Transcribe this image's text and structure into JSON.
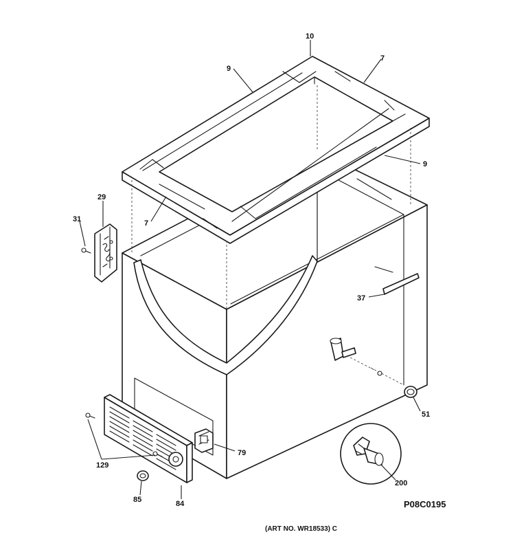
{
  "labels": {
    "p10": "10",
    "p9a": "9",
    "p7a": "7",
    "p9b": "9",
    "p7b": "7",
    "p29": "29",
    "p31": "31",
    "p37": "37",
    "p51": "51",
    "p79": "79",
    "p129": "129",
    "p85": "85",
    "p84": "84",
    "p200": "200"
  },
  "figure_code": "P08C0195",
  "art_number": "(ART NO. WR18533) C"
}
